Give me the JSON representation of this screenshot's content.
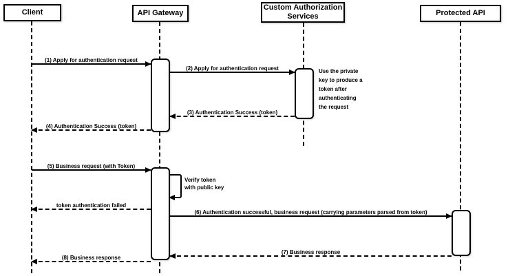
{
  "diagram": {
    "type": "sequence",
    "actors": [
      {
        "id": "client",
        "label": "Client"
      },
      {
        "id": "api-gateway",
        "label": "API Gateway"
      },
      {
        "id": "custom-authorization-services",
        "label": "Custom Authorization\nServices"
      },
      {
        "id": "protected-api",
        "label": "Protected API"
      }
    ],
    "messages": [
      {
        "label": "(1) Apply for authentication request",
        "from": "Client",
        "to": "API Gateway",
        "line": "solid"
      },
      {
        "label": "(2) Apply for authentication request",
        "from": "API Gateway",
        "to": "Custom Authorization Services",
        "line": "solid"
      },
      {
        "label": "(3) Authentication Success (token)",
        "from": "Custom Authorization Services",
        "to": "API Gateway",
        "line": "dashed"
      },
      {
        "label": "(4) Authentication Success (token)",
        "from": "API Gateway",
        "to": "Client",
        "line": "dashed"
      },
      {
        "label": "(5) Business request (with Token)",
        "from": "Client",
        "to": "API Gateway",
        "line": "solid"
      },
      {
        "label": "Verify token\nwith public key",
        "from": "API Gateway",
        "to": "API Gateway",
        "line": "solid-self"
      },
      {
        "label": "token authentication failed",
        "from": "API Gateway",
        "to": "Client",
        "line": "dashed"
      },
      {
        "label": "(6) Authentication successful, business request (carrying parameters parsed from token)",
        "from": "API Gateway",
        "to": "Protected API",
        "line": "solid"
      },
      {
        "label": "(7) Business response",
        "from": "Protected API",
        "to": "API Gateway",
        "line": "dashed"
      },
      {
        "label": "(8) Business response",
        "from": "API Gateway",
        "to": "Client",
        "line": "dashed"
      }
    ],
    "notes": [
      {
        "label": "Use the private\nkey to produce a\ntoken after\nauthenticating\nthe request",
        "attached_to": "Custom Authorization Services"
      }
    ],
    "colors": {
      "line": "#000000",
      "background": "#ffffff",
      "box_fill": "#ffffff",
      "text": "#000000"
    }
  }
}
